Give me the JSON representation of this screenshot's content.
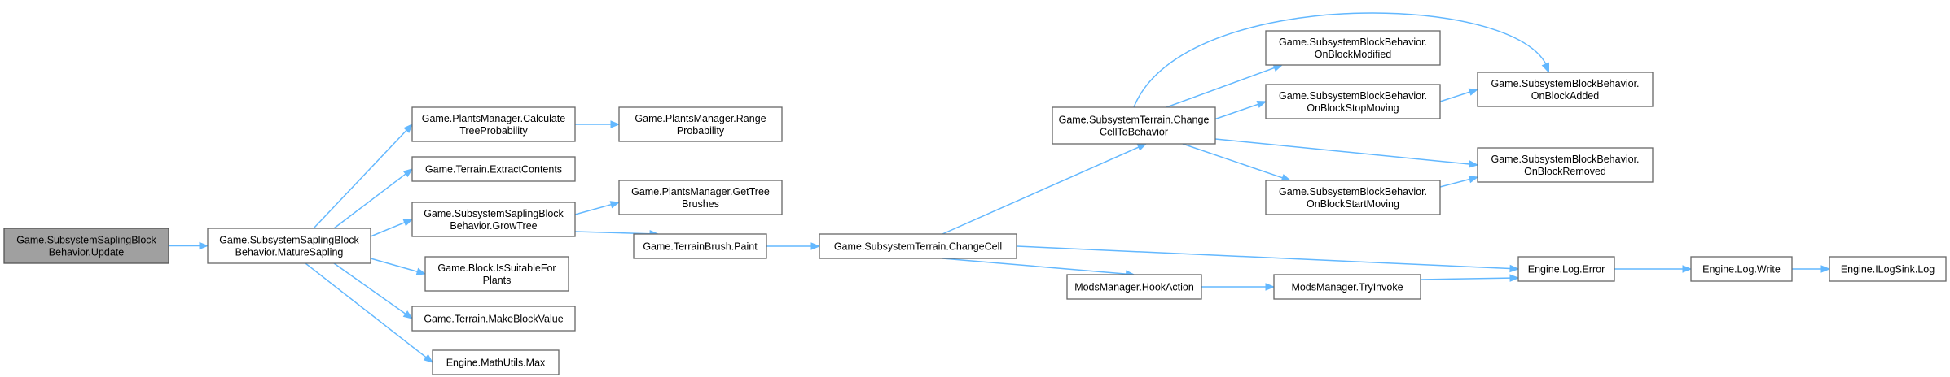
{
  "graph": {
    "nodes": [
      {
        "id": "n0",
        "lines": [
          "Game.SubsystemSaplingBlock",
          "Behavior.Update"
        ],
        "root": true
      },
      {
        "id": "n1",
        "lines": [
          "Game.SubsystemSaplingBlock",
          "Behavior.MatureSapling"
        ]
      },
      {
        "id": "n2",
        "lines": [
          "Game.PlantsManager.Calculate",
          "TreeProbability"
        ]
      },
      {
        "id": "n3",
        "lines": [
          "Game.Terrain.ExtractContents"
        ]
      },
      {
        "id": "n4",
        "lines": [
          "Game.SubsystemSaplingBlock",
          "Behavior.GrowTree"
        ]
      },
      {
        "id": "n5",
        "lines": [
          "Game.Block.IsSuitableFor",
          "Plants"
        ]
      },
      {
        "id": "n6",
        "lines": [
          "Game.Terrain.MakeBlockValue"
        ]
      },
      {
        "id": "n7",
        "lines": [
          "Engine.MathUtils.Max"
        ]
      },
      {
        "id": "n8",
        "lines": [
          "Game.PlantsManager.Range",
          "Probability"
        ]
      },
      {
        "id": "n9",
        "lines": [
          "Game.PlantsManager.GetTree",
          "Brushes"
        ]
      },
      {
        "id": "n10",
        "lines": [
          "Game.TerrainBrush.Paint"
        ]
      },
      {
        "id": "n11",
        "lines": [
          "Game.SubsystemTerrain.ChangeCell"
        ]
      },
      {
        "id": "n12",
        "lines": [
          "Game.SubsystemTerrain.Change",
          "CellToBehavior"
        ]
      },
      {
        "id": "n13",
        "lines": [
          "ModsManager.HookAction"
        ]
      },
      {
        "id": "n14",
        "lines": [
          "Game.SubsystemBlockBehavior.",
          "OnBlockModified"
        ]
      },
      {
        "id": "n15",
        "lines": [
          "Game.SubsystemBlockBehavior.",
          "OnBlockStopMoving"
        ]
      },
      {
        "id": "n16",
        "lines": [
          "Game.SubsystemBlockBehavior.",
          "OnBlockStartMoving"
        ]
      },
      {
        "id": "n17",
        "lines": [
          "ModsManager.TryInvoke"
        ]
      },
      {
        "id": "n18",
        "lines": [
          "Game.SubsystemBlockBehavior.",
          "OnBlockAdded"
        ]
      },
      {
        "id": "n19",
        "lines": [
          "Game.SubsystemBlockBehavior.",
          "OnBlockRemoved"
        ]
      },
      {
        "id": "n20",
        "lines": [
          "Engine.Log.Error"
        ]
      },
      {
        "id": "n21",
        "lines": [
          "Engine.Log.Write"
        ]
      },
      {
        "id": "n22",
        "lines": [
          "Engine.ILogSink.Log"
        ]
      }
    ],
    "edges": [
      {
        "from": "n0",
        "to": "n1"
      },
      {
        "from": "n1",
        "to": "n2"
      },
      {
        "from": "n1",
        "to": "n3"
      },
      {
        "from": "n1",
        "to": "n4"
      },
      {
        "from": "n1",
        "to": "n5"
      },
      {
        "from": "n1",
        "to": "n6"
      },
      {
        "from": "n1",
        "to": "n7"
      },
      {
        "from": "n2",
        "to": "n8"
      },
      {
        "from": "n4",
        "to": "n9"
      },
      {
        "from": "n4",
        "to": "n10"
      },
      {
        "from": "n10",
        "to": "n11"
      },
      {
        "from": "n11",
        "to": "n12"
      },
      {
        "from": "n11",
        "to": "n20"
      },
      {
        "from": "n11",
        "to": "n13"
      },
      {
        "from": "n12",
        "to": "n14"
      },
      {
        "from": "n12",
        "to": "n15"
      },
      {
        "from": "n12",
        "to": "n16"
      },
      {
        "from": "n12",
        "to": "n18"
      },
      {
        "from": "n12",
        "to": "n19"
      },
      {
        "from": "n15",
        "to": "n18"
      },
      {
        "from": "n16",
        "to": "n19"
      },
      {
        "from": "n13",
        "to": "n17"
      },
      {
        "from": "n17",
        "to": "n20"
      },
      {
        "from": "n20",
        "to": "n21"
      },
      {
        "from": "n21",
        "to": "n22"
      }
    ]
  }
}
